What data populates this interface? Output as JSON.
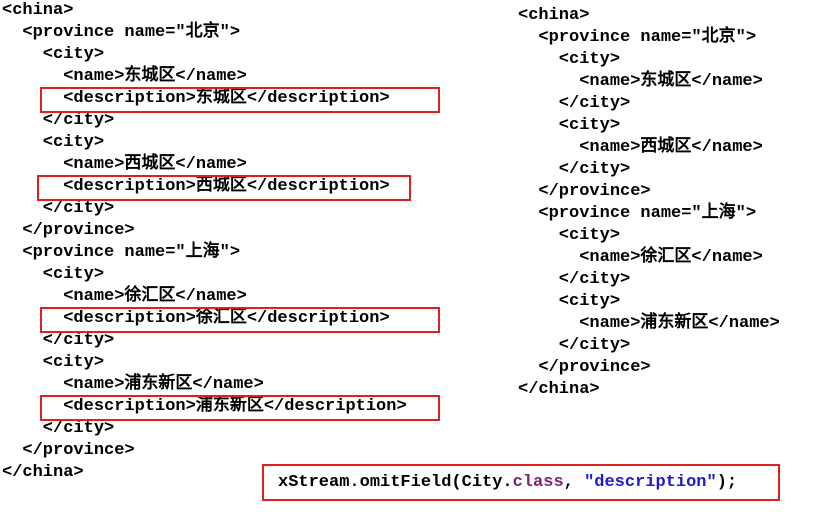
{
  "left_xml": [
    "<china>",
    "  <province name=\"北京\">",
    "    <city>",
    "      <name>东城区</name>",
    "      <description>东城区</description>",
    "    </city>",
    "    <city>",
    "      <name>西城区</name>",
    "      <description>西城区</description>",
    "    </city>",
    "  </province>",
    "  <province name=\"上海\">",
    "    <city>",
    "      <name>徐汇区</name>",
    "      <description>徐汇区</description>",
    "    </city>",
    "    <city>",
    "      <name>浦东新区</name>",
    "      <description>浦东新区</description>",
    "    </city>",
    "  </province>",
    "</china>"
  ],
  "right_xml": [
    "<china>",
    "  <province name=\"北京\">",
    "    <city>",
    "      <name>东城区</name>",
    "    </city>",
    "    <city>",
    "      <name>西城区</name>",
    "    </city>",
    "  </province>",
    "  <province name=\"上海\">",
    "    <city>",
    "      <name>徐汇区</name>",
    "    </city>",
    "    <city>",
    "      <name>浦东新区</name>",
    "    </city>",
    "  </province>",
    "</china>"
  ],
  "highlighted_left_lines": [
    4,
    8,
    14,
    18
  ],
  "code": {
    "prefix": "xStream.omitField(City.",
    "keyword": "class",
    "middle": ", ",
    "string": "\"description\"",
    "suffix": ");"
  },
  "colors": {
    "highlight_border": "#e02020",
    "keyword": "#7b1f7b",
    "string": "#1a1ad0"
  }
}
